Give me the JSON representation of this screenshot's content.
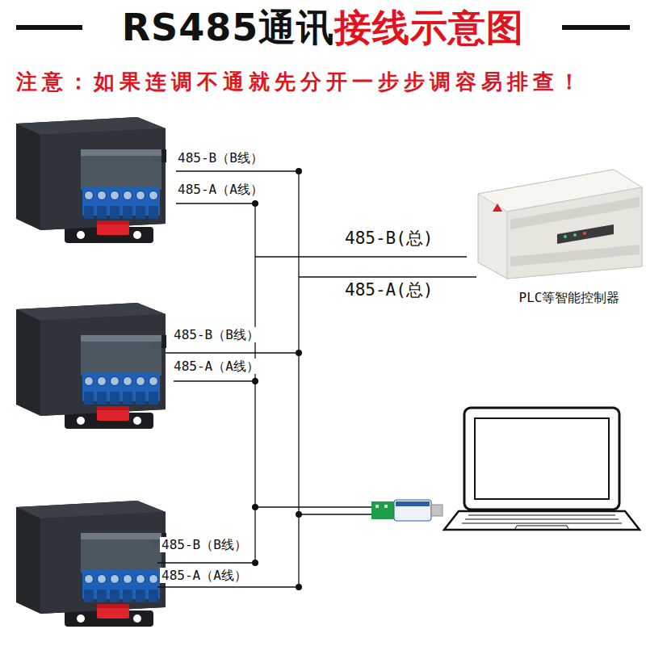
{
  "diagram": {
    "nodes": [
      {
        "text": [
          "PLC等智能控制器"
        ]
      }
    ],
    "labels": [
      "RS485通讯",
      "接线示意图",
      "注意：如果连调不通就先分开一步步调容易排查！",
      "485-B（B线）",
      "485-A（A线）",
      "485-B(总)",
      "485-A(总)",
      "485-B（B线）",
      "485-A（A线）",
      "485-B（B线）",
      "485-A（A线）"
    ]
  }
}
